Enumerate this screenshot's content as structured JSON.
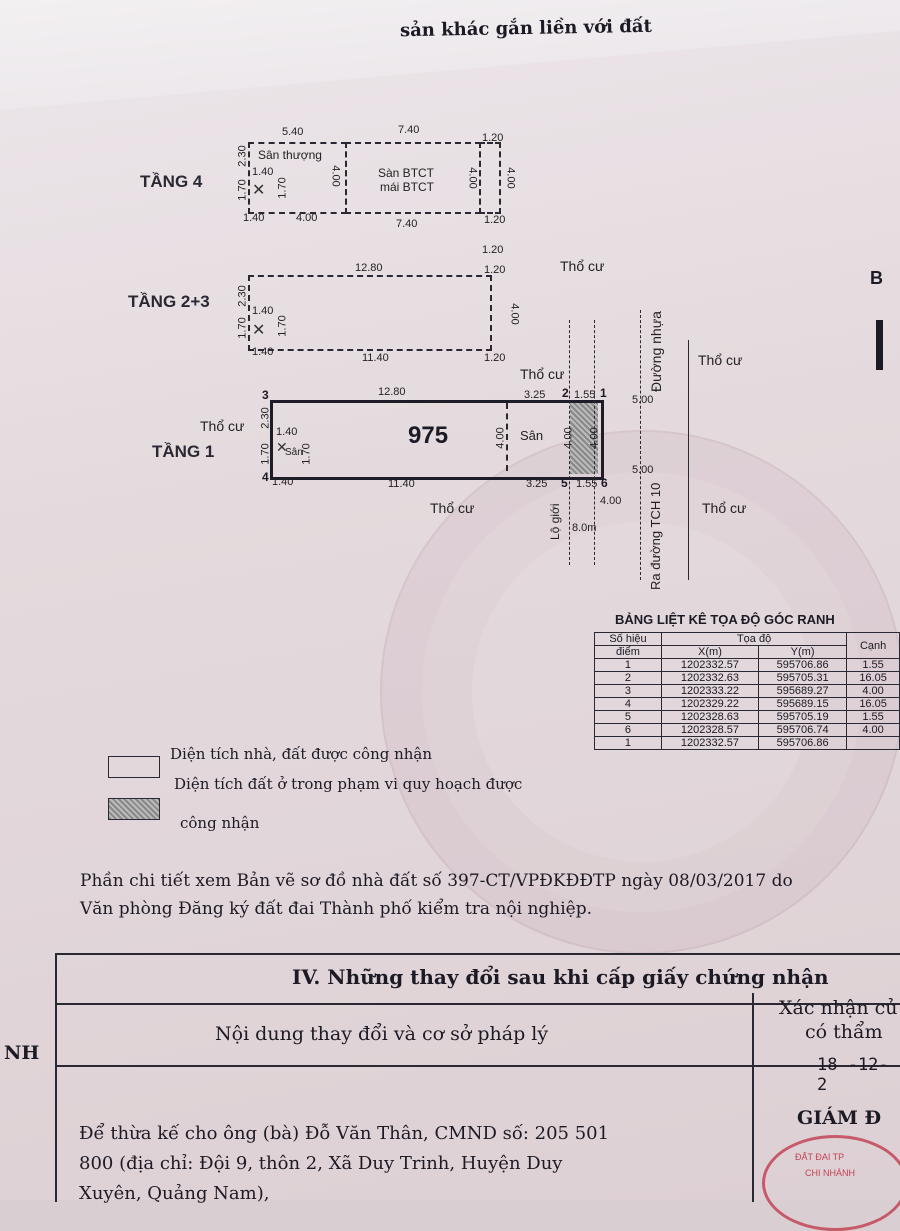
{
  "top_heading": "sản khác gắn liền với đất",
  "side_letter": "B",
  "floors": {
    "tang4": {
      "label": "TẦNG 4",
      "d1": "5.40",
      "d2": "7.40",
      "d3": "1.20",
      "d4": "2.30",
      "d5": "1.40",
      "d6": "1.70",
      "d7": "1.70",
      "d8": "4.00",
      "d9": "4.00",
      "d10": "4.00",
      "d11": "1.40",
      "d12": "4.00",
      "d13": "7.40",
      "d14": "1.20",
      "area1": "Sân thượng",
      "area2a": "Sàn BTCT",
      "area2b": "mái BTCT"
    },
    "tang23": {
      "label": "TẦNG 2+3",
      "d1": "12.80",
      "d2": "1.20",
      "d3": "1.20",
      "d4": "2.30",
      "d5": "1.40",
      "d6": "1.70",
      "d7": "1.70",
      "d8": "4.00",
      "d9": "1.40",
      "d10": "11.40",
      "d11": "1.20"
    },
    "tang1": {
      "label": "TẦNG 1",
      "d1": "12.80",
      "d2": "3.25",
      "d3": "1.55",
      "d4": "2.30",
      "d5": "1.40",
      "d6": "1.70",
      "d7": "1.70",
      "d8": "4.00",
      "d9": "4.00",
      "d10": "4.00",
      "d11": "1.40",
      "d12": "11.40",
      "d13": "3.25",
      "d14": "1.55",
      "d15": "4.00",
      "d16": "5.00",
      "d17": "5.00",
      "parcel": "975",
      "san": "Sân",
      "san_small": "Sân",
      "p1": "1",
      "p2": "2",
      "p3": "3",
      "p4": "4",
      "p5": "5",
      "p6": "6"
    }
  },
  "map_labels": {
    "tho_cu_1": "Thổ cư",
    "tho_cu_2": "Thổ cư",
    "tho_cu_3": "Thổ cư",
    "tho_cu_4": "Thổ cư",
    "tho_cu_5": "Thổ cư",
    "tho_cu_6": "Thổ cư",
    "duong_nhua": "Đường nhựa",
    "ra_duong": "Ra đường TCH 10",
    "lo_gioi": "Lộ giới",
    "lo_gioi_val": "8.0m"
  },
  "coord_table": {
    "title": "BẢNG LIỆT KÊ TỌA ĐỘ GÓC RANH",
    "h_so_hieu": "Số hiệu",
    "h_diem": "điểm",
    "h_toa_do": "Tọa độ",
    "h_x": "X(m)",
    "h_y": "Y(m)",
    "h_canh": "Cạnh",
    "rows": [
      {
        "p": "1",
        "x": "1202332.57",
        "y": "595706.86",
        "c": "1.55"
      },
      {
        "p": "2",
        "x": "1202332.63",
        "y": "595705.31",
        "c": "16.05"
      },
      {
        "p": "3",
        "x": "1202333.22",
        "y": "595689.27",
        "c": "4.00"
      },
      {
        "p": "4",
        "x": "1202329.22",
        "y": "595689.15",
        "c": "16.05"
      },
      {
        "p": "5",
        "x": "1202328.63",
        "y": "595705.19",
        "c": "1.55"
      },
      {
        "p": "6",
        "x": "1202328.57",
        "y": "595706.74",
        "c": "4.00"
      },
      {
        "p": "1",
        "x": "1202332.57",
        "y": "595706.86",
        "c": ""
      }
    ]
  },
  "legend": {
    "item1": "Diện tích nhà, đất được công nhận",
    "item2a": "Diện tích đất ở trong phạm vi quy hoạch được",
    "item2b": "công nhận"
  },
  "note_line1": "Phần chi tiết xem Bản vẽ sơ đồ nhà đất số 397-CT/VPĐKĐĐTP ngày 08/03/2017 do",
  "note_line2": "Văn phòng Đăng ký đất đai Thành phố kiểm tra nội nghiệp.",
  "section4": {
    "title": "IV. Những thay đổi sau khi cấp giấy chứng nhận",
    "col_left": "Nội dung thay đổi và cơ sở pháp lý",
    "col_right_a": "Xác nhận củ",
    "col_right_b": "có thẩm",
    "side_nh": "NH",
    "date": "18 -12- 2",
    "giam": "GIÁM Đ",
    "body1": "Để thừa kế cho ông (bà) Đỗ Văn Thân, CMND số: 205 501",
    "body2": "800 (địa chỉ: Đội 9, thôn 2, Xã Duy Trinh, Huyện Duy",
    "body3": "Xuyên, Quảng Nam),",
    "stamp_a": "ĐẤT ĐAI TP",
    "stamp_b": "CHI NHÁNH"
  }
}
